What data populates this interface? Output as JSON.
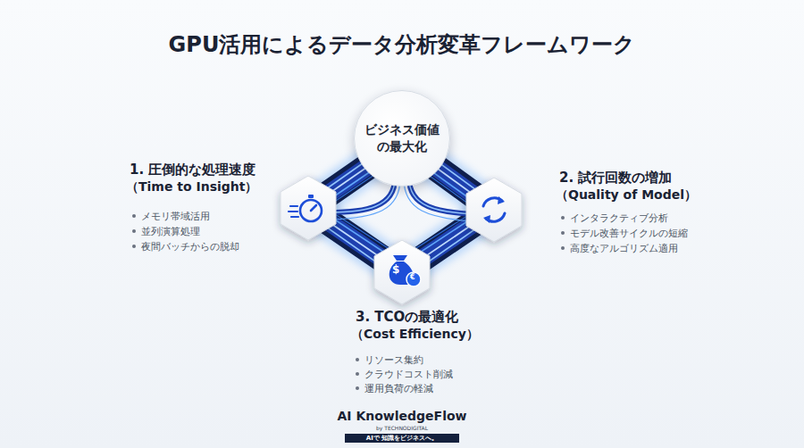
{
  "diagram": {
    "title": "GPU活用によるデータ分析変革フレームワーク",
    "nodes": [
      {
        "text": [
          "ビジネス価値の最大化"
        ]
      }
    ],
    "labels": [
      "1. 圧倒的な処理速度",
      "（Time to Insight）",
      "メモリ帯域活用",
      "並列演算処理",
      "夜間バッチからの脱却",
      "2. 試行回数の増加",
      "（Quality of Model）",
      "インタラクティブ分析",
      "モデル改善サイクルの短縮",
      "高度なアルゴリズム適用",
      "3. TCOの最適化",
      "（Cost Efficiency）",
      "リソース集約",
      "クラウドコスト削減",
      "運用負荷の軽減",
      "$",
      "€",
      "AI KnowledgeFlow",
      "by TECHNODIGITAL",
      "AIで 知識をビジネスへ。"
    ]
  }
}
